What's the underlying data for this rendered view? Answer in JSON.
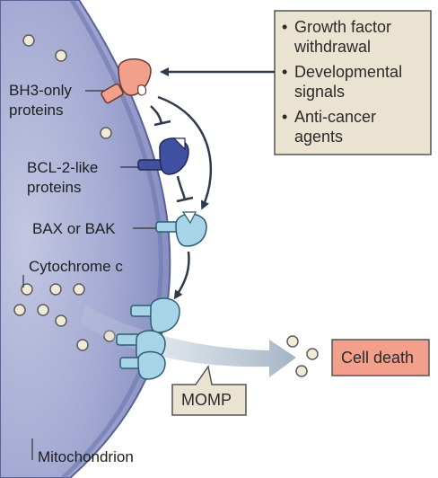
{
  "stimuli": {
    "items": [
      "Growth factor withdrawal",
      "Developmental signals",
      "Anti-cancer agents"
    ],
    "lines": [
      {
        "bullet": "•",
        "text": "Growth factor"
      },
      {
        "bullet": "",
        "text": "withdrawal"
      },
      {
        "bullet": "•",
        "text": "Developmental"
      },
      {
        "bullet": "",
        "text": "signals"
      },
      {
        "bullet": "•",
        "text": "Anti-cancer"
      },
      {
        "bullet": "",
        "text": "agents"
      }
    ]
  },
  "labels": {
    "bh3_line1": "BH3-only",
    "bh3_line2": "proteins",
    "bcl2_line1": "BCL-2-like",
    "bcl2_line2": "proteins",
    "bax_bak": "BAX or BAK",
    "cytochrome": "Cytochrome c",
    "momp": "MOMP",
    "cell_death": "Cell death",
    "mitochondrion": "Mitochondrion"
  },
  "colors": {
    "mitochondrion_fill": "#8c93c6",
    "mitochondrion_dark": "#5b6298",
    "bh3_protein": "#f2a08c",
    "bcl2_protein": "#3f51a0",
    "bax_bak_protein": "#a8d4e8",
    "box_fill": "#ebe3d2",
    "cell_death_fill": "#f2a08c",
    "arrow": "#2f3a4a",
    "cyto_vesicle": "#f1ead6"
  }
}
